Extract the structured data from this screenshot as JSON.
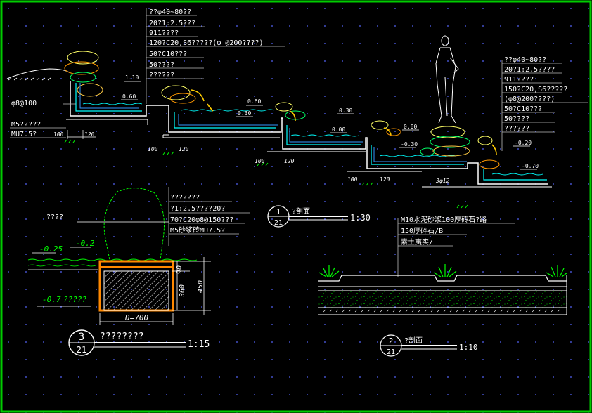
{
  "drawing": {
    "colors": {
      "background": "#000000",
      "frame": "#00cc00",
      "text_white": "#ffffff",
      "dimension_green": "#00ff00",
      "water_cyan": "#00ffff",
      "stone_yellow": "#ffff66",
      "brick_orange": "#ff8800",
      "leader_gray": "#bbbbbb"
    },
    "section1": {
      "notes_top": [
        "??φ40~80??",
        "20?1:2.5???",
        "911????",
        "120?C20,S6?????(φ @200????)",
        "50?C10???",
        "50????",
        "??????"
      ],
      "notes_right": [
        "??φ40~80??",
        "20?1:2.5????",
        "911????",
        "150?C20,S6?????",
        "(φ8@200????)",
        "50?C10???",
        "50????",
        "??????"
      ],
      "rebar_note": "φ8@100",
      "mortar_note": "M5?????",
      "brick_note": "MU7.5?",
      "levels": [
        "1.10",
        "0.60",
        "0.60",
        "0.30",
        "0.30",
        "0.00",
        "0.00",
        "-0.30",
        "-0.20",
        "-0.70"
      ],
      "dims": [
        "100",
        "120",
        "100",
        "120",
        "100",
        "120",
        "100",
        "120",
        "3φ12"
      ],
      "title_num": "1",
      "title_sheet": "21",
      "title_text": "?剖面",
      "scale": "1:30"
    },
    "section3": {
      "notes": [
        "???????",
        "?1:2.5????20?",
        "70?C20φ8@150???",
        "M5砂浆砖MU7.5?"
      ],
      "left_note": "????",
      "levels": [
        "-0.25",
        "-0.2",
        "-0.7"
      ],
      "level_note": "?????",
      "dims": [
        "90",
        "360",
        "450"
      ],
      "width": "D=700",
      "title_num": "3",
      "title_sheet": "21",
      "title_text": "????????",
      "scale": "1:15"
    },
    "section2": {
      "notes": [
        "M10水泥砂浆100厚砖石?路",
        "150厚碎石/B",
        "素土夷实/"
      ],
      "title_num": "2",
      "title_sheet": "21",
      "title_text": "?剖面",
      "scale": "1:10"
    }
  }
}
